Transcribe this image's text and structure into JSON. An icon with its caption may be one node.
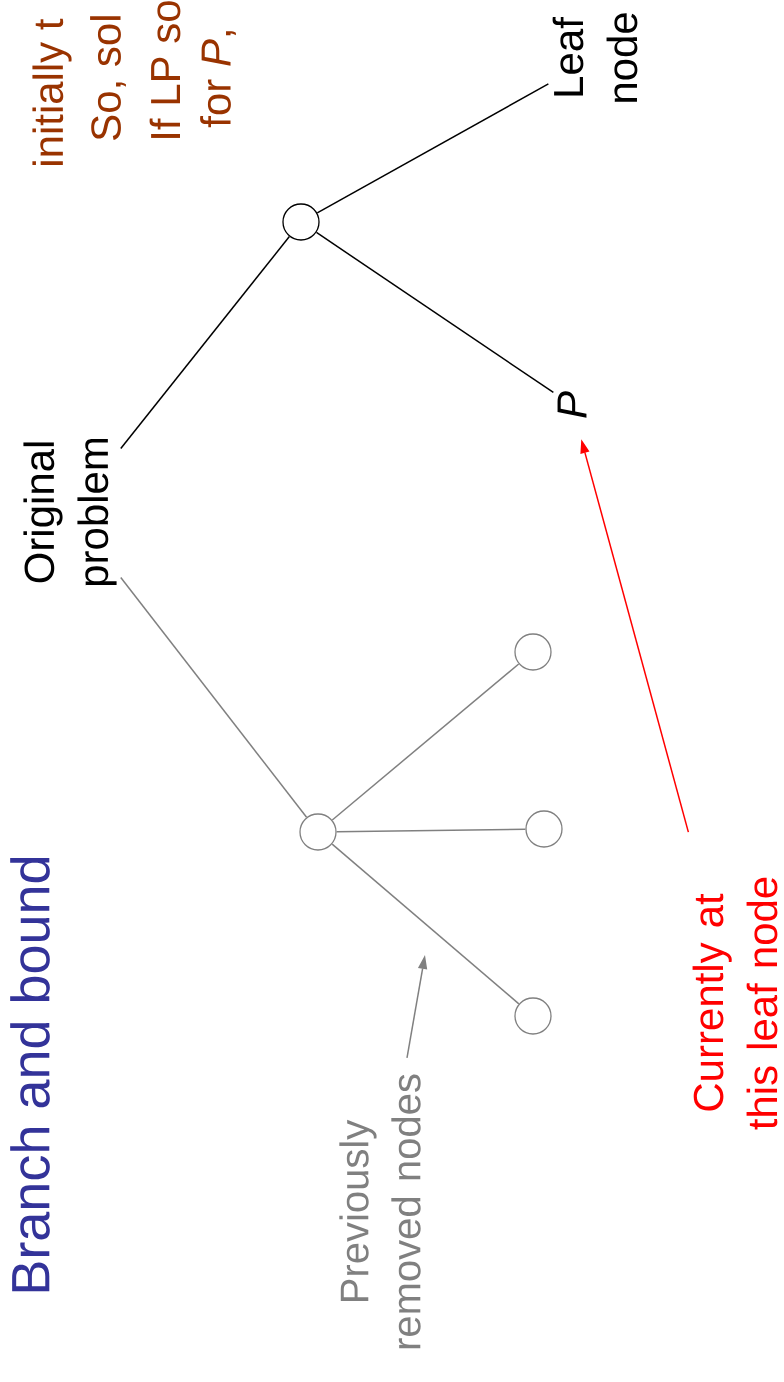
{
  "diagram": {
    "title": "Branch and bound",
    "nodes": [
      {
        "text": [
          "Original problem"
        ]
      },
      {
        "text": [],
        "shape": "circle"
      },
      {
        "text": [
          "Leaf node"
        ]
      },
      {
        "text": [
          "P"
        ]
      },
      {
        "text": [],
        "shape": "circle"
      },
      {
        "text": [],
        "shape": "circle"
      },
      {
        "text": [],
        "shape": "circle"
      },
      {
        "text": [],
        "shape": "circle"
      },
      {
        "text": [
          "Previously removed nodes"
        ]
      },
      {
        "text": [
          "Currently at this leaf node"
        ]
      }
    ],
    "edges": [
      {
        "from": 0,
        "to": 1,
        "arrow": "none",
        "color": "#000000"
      },
      {
        "from": 1,
        "to": 2,
        "arrow": "none",
        "color": "#000000"
      },
      {
        "from": 1,
        "to": 3,
        "arrow": "none",
        "color": "#000000"
      },
      {
        "from": 0,
        "to": 4,
        "arrow": "none",
        "color": "#808080"
      },
      {
        "from": 4,
        "to": 5,
        "arrow": "none",
        "color": "#808080"
      },
      {
        "from": 4,
        "to": 6,
        "arrow": "none",
        "color": "#808080"
      },
      {
        "from": 4,
        "to": 7,
        "arrow": "none",
        "color": "#808080"
      },
      {
        "from": 8,
        "to": null,
        "arrow": "to",
        "color": "#808080"
      },
      {
        "from": 9,
        "to": 3,
        "arrow": "to",
        "color": "#ff0000"
      }
    ],
    "labels": [
      "initially t",
      "So, sol",
      "If LP so",
      "for *P*,"
    ]
  }
}
